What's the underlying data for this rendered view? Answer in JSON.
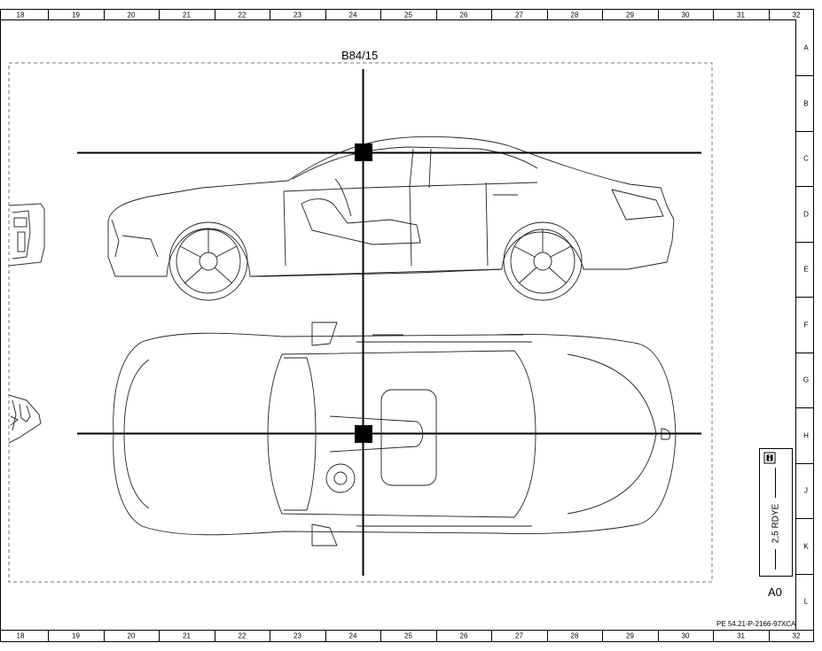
{
  "columns": [
    "18",
    "19",
    "20",
    "21",
    "22",
    "23",
    "24",
    "25",
    "26",
    "27",
    "28",
    "29",
    "30",
    "31",
    "32"
  ],
  "rows": [
    "A",
    "B",
    "C",
    "D",
    "E",
    "F",
    "G",
    "H",
    "J",
    "K",
    "L"
  ],
  "component_label": "B84/15",
  "wire_label": "2,5 RDYE",
  "connector_label": "A0",
  "document_id": "PE 54.21-P-2166-97XCA",
  "info_icon": "info-icon"
}
